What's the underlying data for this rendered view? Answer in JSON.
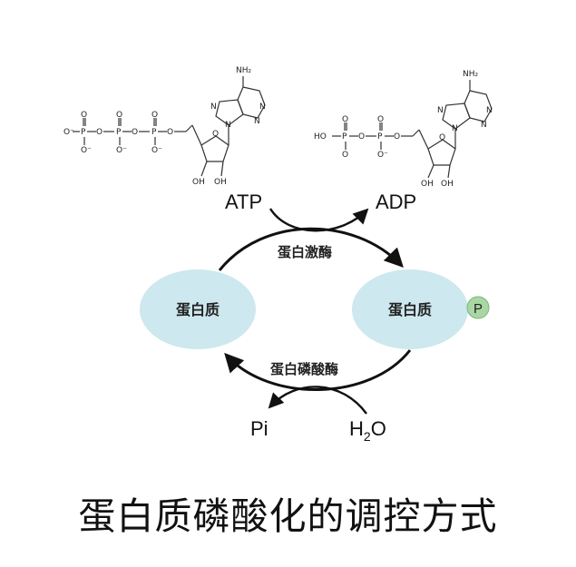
{
  "diagram": {
    "atp_label": "ATP",
    "adp_label": "ADP",
    "pi_label": "Pi",
    "water_h": "H",
    "water_sub": "2",
    "water_o": "O",
    "kinase_label": "蛋白激酶",
    "phosphatase_label": "蛋白磷酸酶",
    "protein_left_label": "蛋白质",
    "protein_right_label": "蛋白质",
    "phosphate_badge": "P",
    "colors": {
      "protein_fill": "#cde8ee",
      "badge_fill": "#a9d7a4",
      "arrow": "#111111"
    },
    "atp_structure": {
      "left_group": "O⁻",
      "phosphorus": "P",
      "oxygen": "O",
      "oxygen_neg": "O⁻",
      "amine": "NH₂",
      "nitrogen": "N",
      "hydroxyl": "OH"
    },
    "adp_structure": {
      "left_group": "HO",
      "phosphorus": "P",
      "oxygen": "O",
      "oxygen_neg": "O⁻",
      "amine": "NH₂",
      "nitrogen": "N",
      "hydroxyl": "OH"
    }
  },
  "caption": "蛋白质磷酸化的调控方式"
}
